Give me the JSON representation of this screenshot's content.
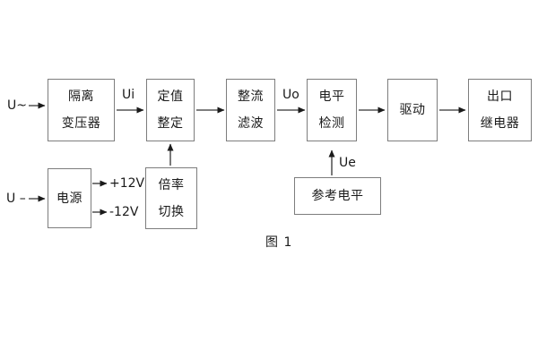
{
  "diagram": {
    "caption": "图 1",
    "inputs": {
      "ac": "U~",
      "dc": "U –"
    },
    "signals": {
      "ui": "Ui",
      "uo": "Uo",
      "ue": "Ue",
      "plus12": "+12V",
      "minus12": "-12V"
    },
    "blocks": {
      "isolation_transformer": {
        "line1": "隔离",
        "line2": "变压器"
      },
      "setpoint_adjustment": {
        "line1": "定值",
        "line2": "整定"
      },
      "rectifier_filter": {
        "line1": "整流",
        "line2": "滤波"
      },
      "level_detection": {
        "line1": "电平",
        "line2": "检测"
      },
      "driver": {
        "line1": "驱动"
      },
      "output_relay": {
        "line1": "出口",
        "line2": "继电器"
      },
      "power_supply": {
        "line1": "电源"
      },
      "ratio_switching": {
        "line1": "倍率",
        "line2": "切换"
      },
      "reference_level": {
        "line1": "参考电平"
      }
    },
    "colors": {
      "line": "#333333",
      "border": "#7d7d7d",
      "text": "#1a1a1a",
      "background": "#ffffff"
    }
  }
}
